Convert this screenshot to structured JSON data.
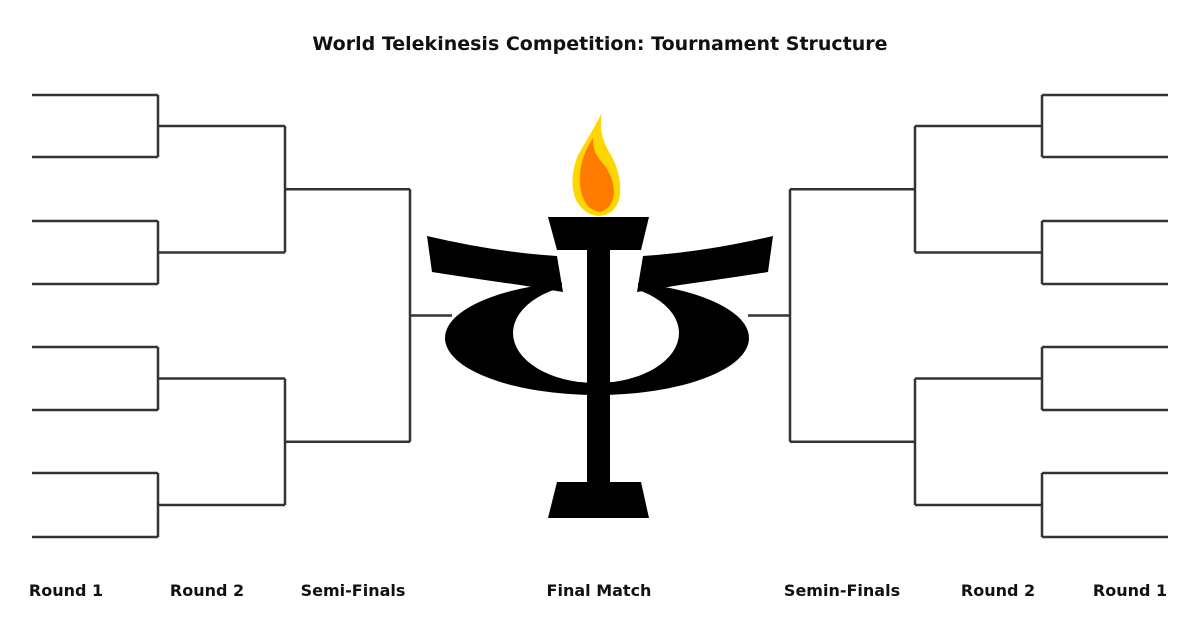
{
  "title": "World Telekinesis Competition: Tournament Structure",
  "labels": {
    "left_round1": "Round 1",
    "left_round2": "Round 2",
    "left_semi": "Semi-Finals",
    "final": "Final Match",
    "right_semi": "Semin-Finals",
    "right_round2": "Round 2",
    "right_round1": "Round 1"
  },
  "bracket": {
    "round1_slots_per_side": 8,
    "round2_slots_per_side": 4,
    "semi_slots_per_side": 2,
    "final_slots": 2
  },
  "colors": {
    "line": "#333333",
    "logo": "#000000",
    "flame_outer": "#FFD700",
    "flame_inner": "#FF7A00"
  },
  "logo_icon": "psi-torch-icon"
}
